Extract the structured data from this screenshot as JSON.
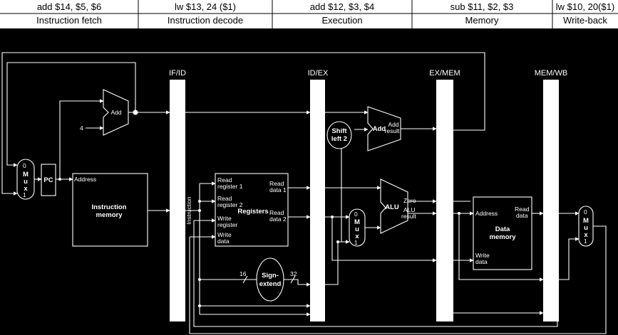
{
  "instructions": [
    "add $14, $5, $6",
    "lw $13, 24 ($1)",
    "add $12, $3, $4",
    "sub $11, $2, $3",
    "lw $10, 20($1)"
  ],
  "stages": [
    "Instruction fetch",
    "Instruction decode",
    "Execution",
    "Memory",
    "Write-back"
  ],
  "pipeline_registers": [
    "IF/ID",
    "ID/EX",
    "EX/MEM",
    "MEM/WB"
  ],
  "components": {
    "pc": "PC",
    "add_fetch": "Add",
    "four": "4",
    "imem_address": "Address",
    "imem_title_1": "Instruction",
    "imem_title_2": "memory",
    "instruction_label": "Instruction",
    "regs": {
      "read_reg1_a": "Read",
      "read_reg1_b": "register 1",
      "read_reg2_a": "Read",
      "read_reg2_b": "register 2",
      "write_reg_a": "Write",
      "write_reg_b": "register",
      "write_data_a": "Write",
      "write_data_b": "data",
      "title": "Registers",
      "read_data1_a": "Read",
      "read_data1_b": "data 1",
      "read_data2_a": "Read",
      "read_data2_b": "data 2"
    },
    "sign_extend_a": "Sign-",
    "sign_extend_b": "extend",
    "bits_in": "16",
    "bits_out": "32",
    "shift_a": "Shift",
    "shift_b": "left 2",
    "add_branch": "Add",
    "add_result_a": "Add",
    "add_result_b": "result",
    "alu": "ALU",
    "zero": "Zero",
    "alu_result_a": "ALU",
    "alu_result_b": "result",
    "dmem_address": "Address",
    "dmem_read_a": "Read",
    "dmem_read_b": "data",
    "dmem_title_1": "Data",
    "dmem_title_2": "memory",
    "dmem_write_a": "Write",
    "dmem_write_b": "data",
    "mux_letters": [
      "M",
      "u",
      "x"
    ],
    "mux_zero": "0",
    "mux_one": "1"
  }
}
